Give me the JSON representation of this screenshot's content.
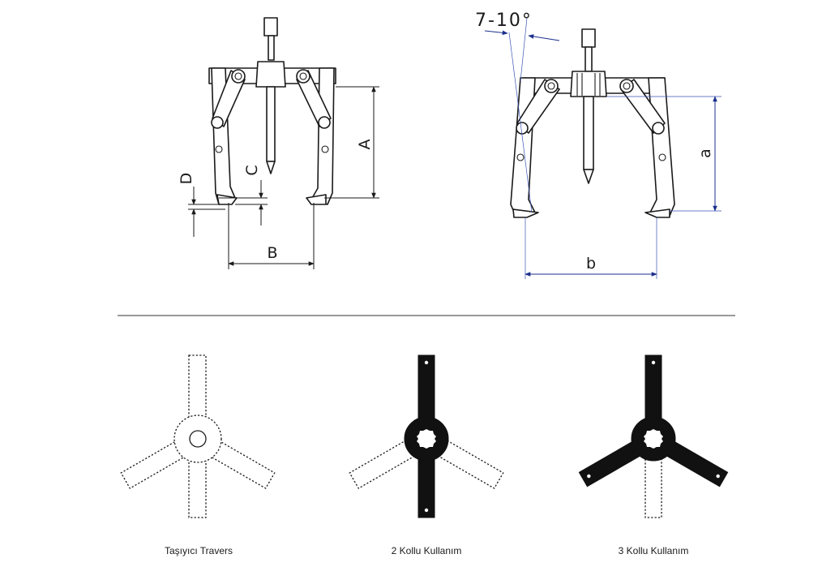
{
  "left_diagram": {
    "dim_A": "A",
    "dim_B": "B",
    "dim_C": "C",
    "dim_D": "D"
  },
  "right_diagram": {
    "angle_label": "7-10°",
    "dim_a": "a",
    "dim_b": "b"
  },
  "captions": {
    "carrier": "Taşıyıcı Travers",
    "two_arm": "2 Kollu Kullanım",
    "three_arm": "3 Kollu Kullanım"
  },
  "colors": {
    "line": "#1a1a1a",
    "dimension_blue": "#1c2f8c",
    "fill_black": "#111111"
  }
}
